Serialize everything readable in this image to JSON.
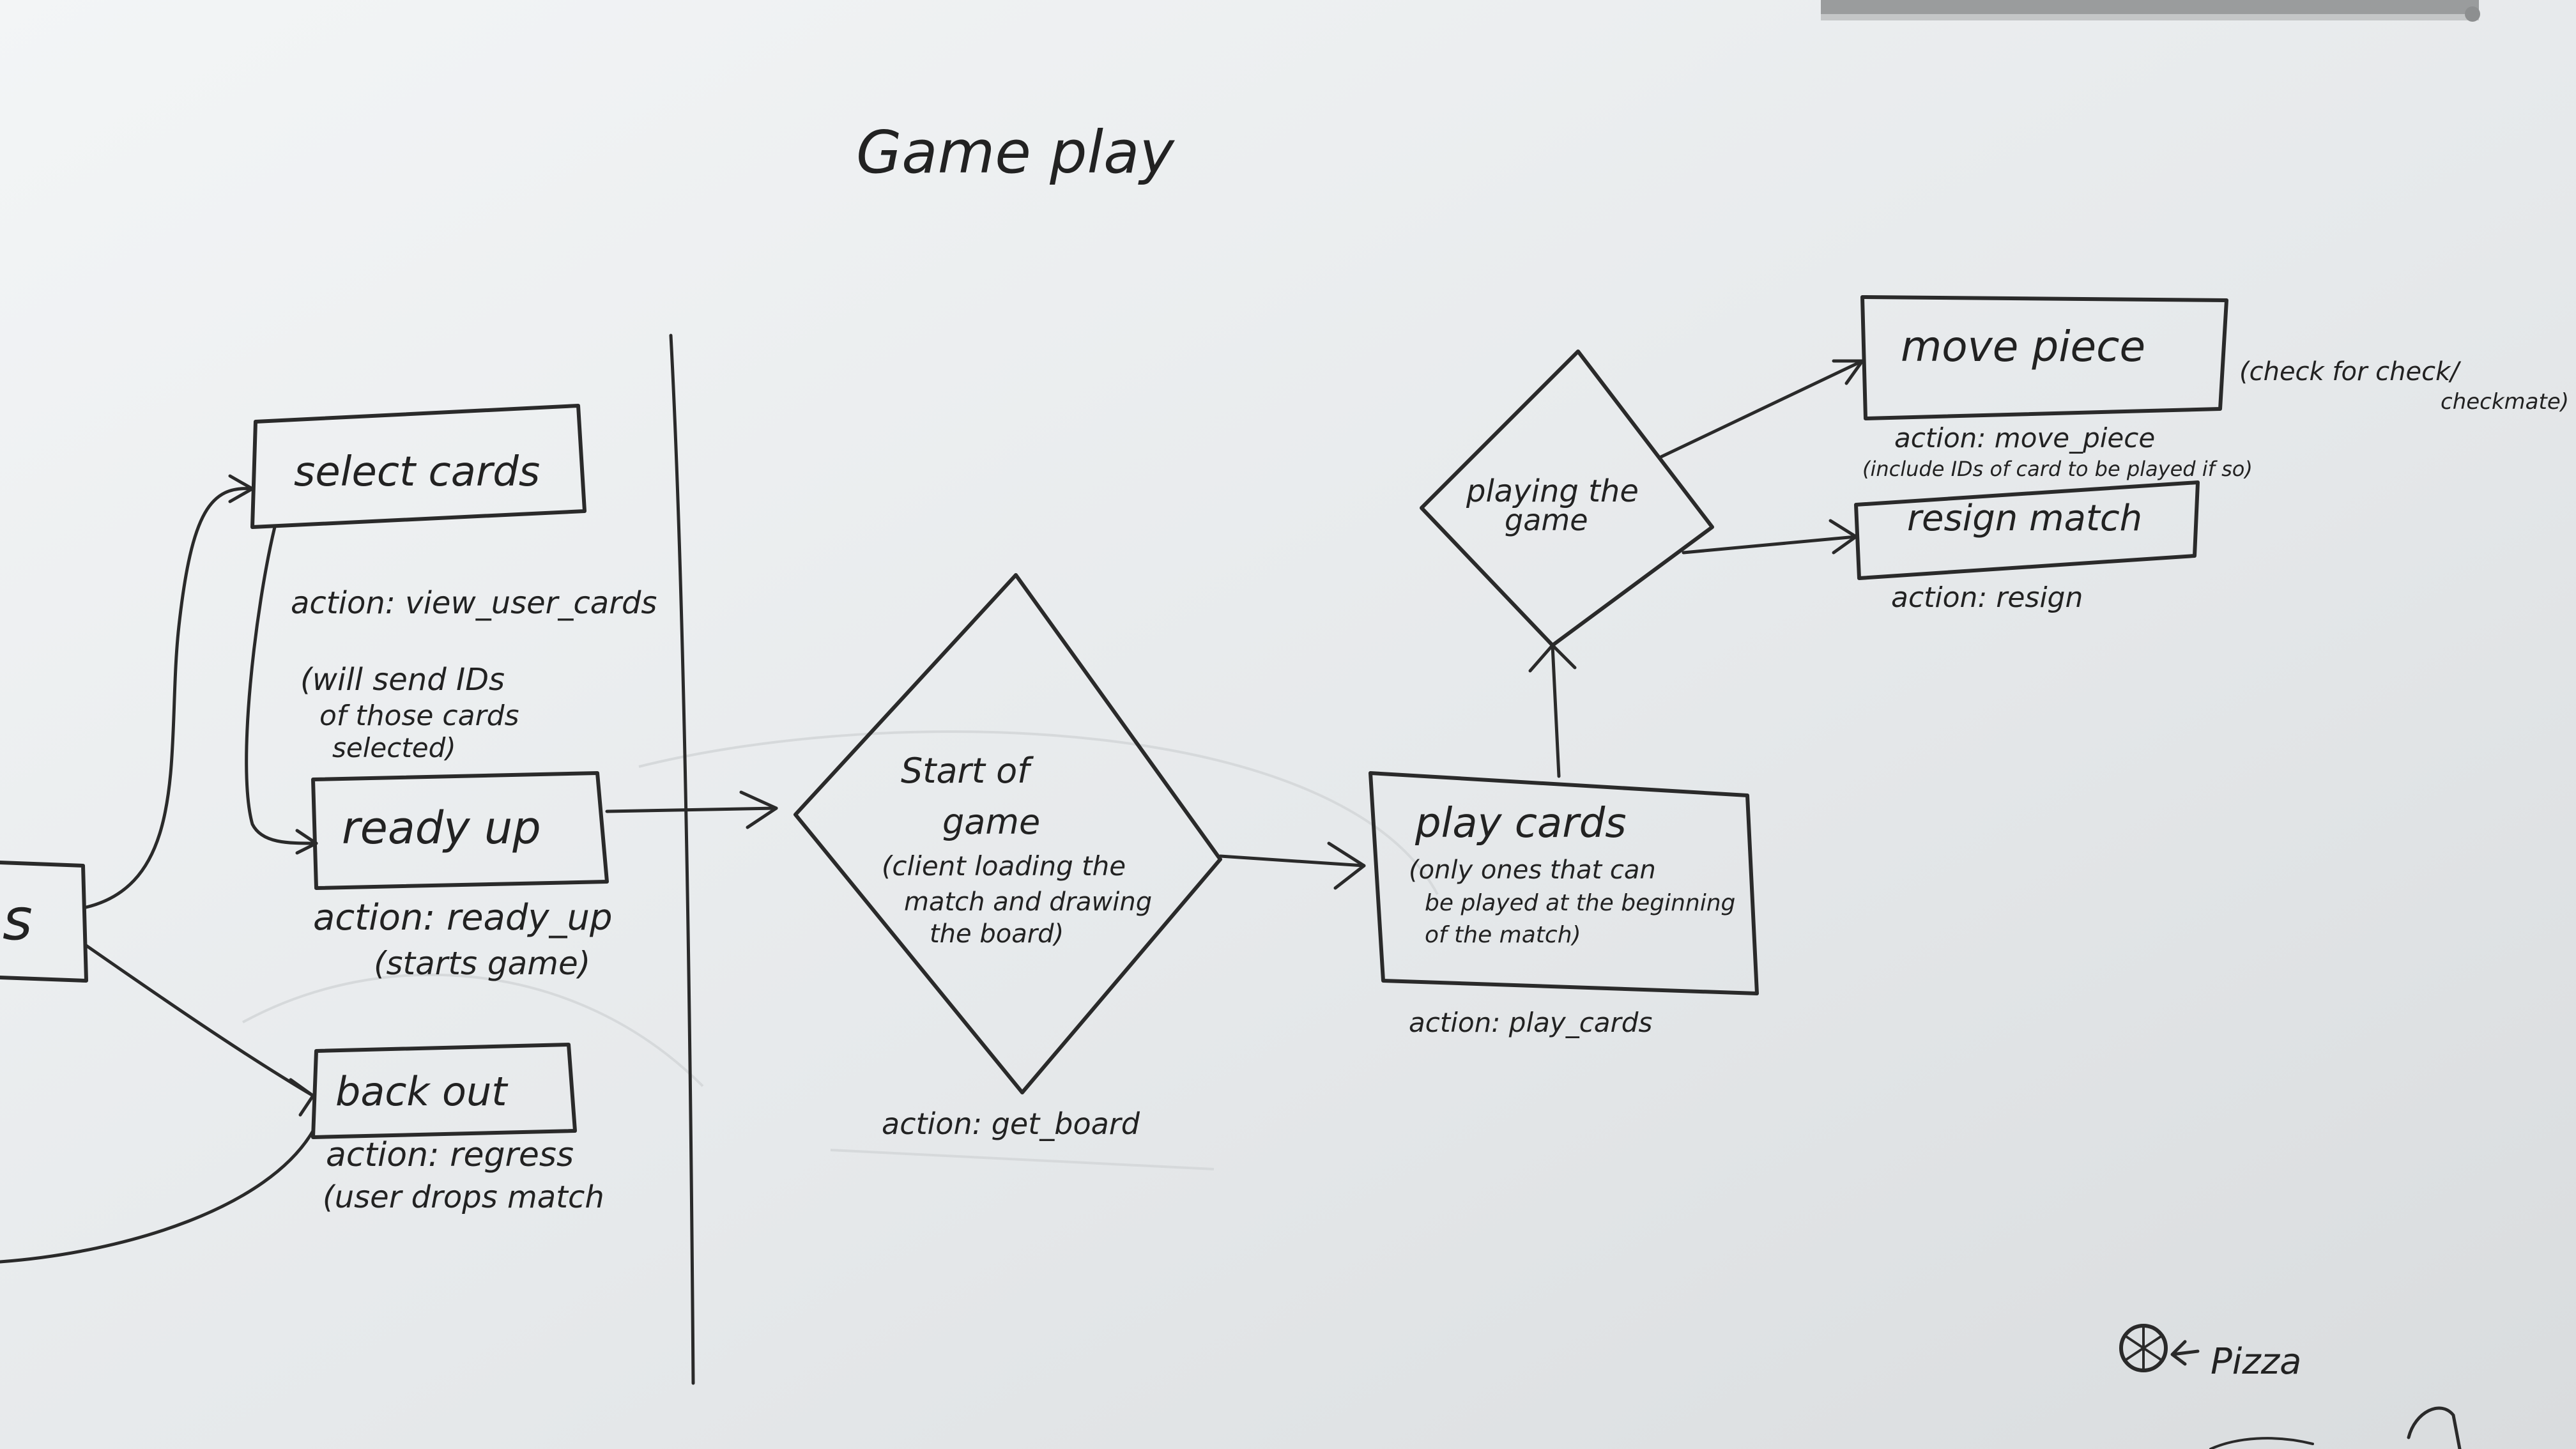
{
  "title": "Game play",
  "colors": {
    "ink": "#2a2a2a",
    "board": "#e9ecee"
  },
  "left_node": {
    "label": "s"
  },
  "select_cards": {
    "label": "select cards",
    "action": "action: view_user_cards",
    "note_line1": "(will send IDs",
    "note_line2": "of those cards",
    "note_line3": "selected)"
  },
  "ready_up": {
    "label": "ready up",
    "action": "action: ready_up",
    "note": "(starts game)"
  },
  "back_out": {
    "label": "back out",
    "action": "action: regress",
    "note": "(user drops match"
  },
  "start_of_game": {
    "line1": "Start of",
    "line2": "game",
    "line3": "(client loading the",
    "line4": "match and drawing",
    "line5": "the board)",
    "action": "action: get_board"
  },
  "play_cards": {
    "label": "play cards",
    "note_line1": "(only ones that can",
    "note_line2": "be played at the beginning",
    "note_line3": "of the match)",
    "action": "action: play_cards"
  },
  "playing_the_game": {
    "line1": "playing the",
    "line2": "game"
  },
  "move_piece": {
    "label": "move piece",
    "side_note_line1": "(check for check/",
    "side_note_line2": "checkmate)",
    "action": "action: move_piece",
    "action_note": "(include IDs of card to be played if so)"
  },
  "resign_match": {
    "label": "resign match",
    "action": "action: resign"
  },
  "pizza": {
    "label": "Pizza"
  }
}
